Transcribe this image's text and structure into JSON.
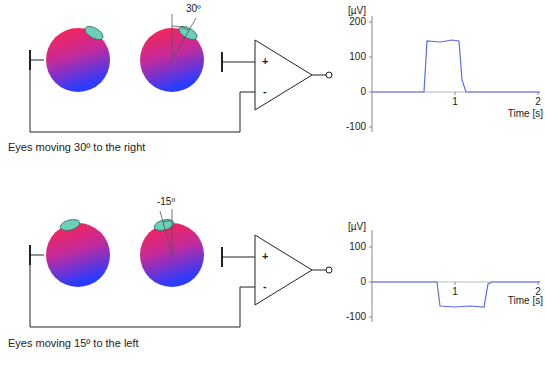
{
  "diagram": {
    "labels": [
      "30º",
      "+",
      "-",
      "[µV]",
      "200",
      "100",
      "0",
      "-100",
      "1",
      "2",
      "Time [s]",
      "Eyes moving 30º to the right",
      "-15º",
      "+",
      "-",
      "[µV]",
      "100",
      "0",
      "-100",
      "1",
      "2",
      "Time [s]",
      "Eyes moving 15º to the left"
    ]
  }
}
